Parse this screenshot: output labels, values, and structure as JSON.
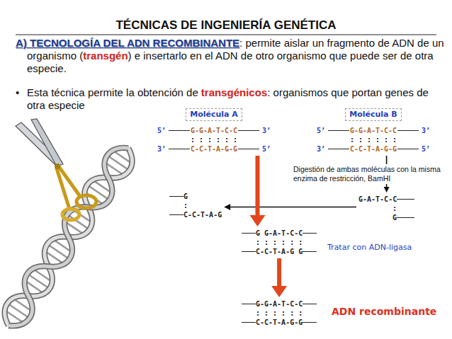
{
  "diagram": {
    "title": "TÉCNICAS DE INGENIERÍA GENÉTICA",
    "nodes": [
      {
        "text": [
          "Molécula A",
          "5’",
          "G-G-A-T-C-C",
          "3’",
          ": : : : : :",
          "3’",
          "C-C-T-A-G-G",
          "5’"
        ]
      },
      {
        "text": [
          "Molécula B",
          "5’",
          "G-G-A-T-C-C",
          "3’",
          ": : : : : :",
          "3’",
          "C-C-T-A-G-G",
          "5’"
        ]
      },
      {
        "text": [
          "G",
          ":",
          "C-C-T-A-G"
        ]
      },
      {
        "text": [
          "G-A-T-C-C",
          ":",
          "G"
        ]
      },
      {
        "text": [
          "G",
          "G-A-T-C-C",
          ": : : : : :",
          "C-C-T-A-G",
          "G"
        ]
      },
      {
        "text": [
          "G-G-A-T-C-C",
          ": : : : : :",
          "C-C-T-A-G-G"
        ]
      }
    ],
    "edges": [
      {
        "from": 1,
        "to": 3,
        "arrow": "to",
        "label": "Digestión de ambas moléculas con la misma enzima de restricción, BamHI"
      },
      {
        "from": 3,
        "to": 2,
        "arrow": "to"
      },
      {
        "from": 0,
        "to": 4,
        "arrow": "to"
      },
      {
        "from": 4,
        "to": 5,
        "arrow": "to"
      }
    ],
    "labels": [
      "A) TECNOLOGÍA DEL ADN RECOMBINANTE",
      ": permite aislar un fragmento de ADN de un organismo (",
      "transgén",
      ") e insertarlo en el ADN de otro organismo que puede ser de otra especie.",
      "•",
      "Esta técnica permite la obtención de",
      "transgénicos",
      ": organismos que portan genes de otra especie",
      "Tratar con ADN-ligasa",
      "ADN recombinante"
    ]
  }
}
